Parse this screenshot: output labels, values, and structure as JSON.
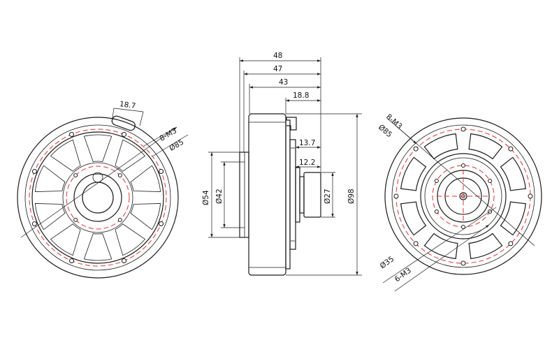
{
  "front_view": {
    "dim_slot_width": "18.7",
    "dim_holes": "8-M3",
    "dim_bolt_circle": "Ø85"
  },
  "side_view": {
    "dim_48": "48",
    "dim_47": "47",
    "dim_43": "43",
    "dim_18_8": "18.8",
    "dim_13_7": "13.7",
    "dim_12_2": "12.2",
    "dim_d54": "Ø54",
    "dim_d42": "Ø42",
    "dim_d27": "Ø27",
    "dim_d98": "Ø98"
  },
  "rear_view": {
    "dim_holes_outer": "8-M3",
    "dim_bolt_circle_outer": "Ø85",
    "dim_bolt_circle_inner": "Ø35",
    "dim_holes_inner": "6-M3"
  },
  "colors": {
    "line": "#1a1a1a",
    "centerline": "#d33"
  }
}
